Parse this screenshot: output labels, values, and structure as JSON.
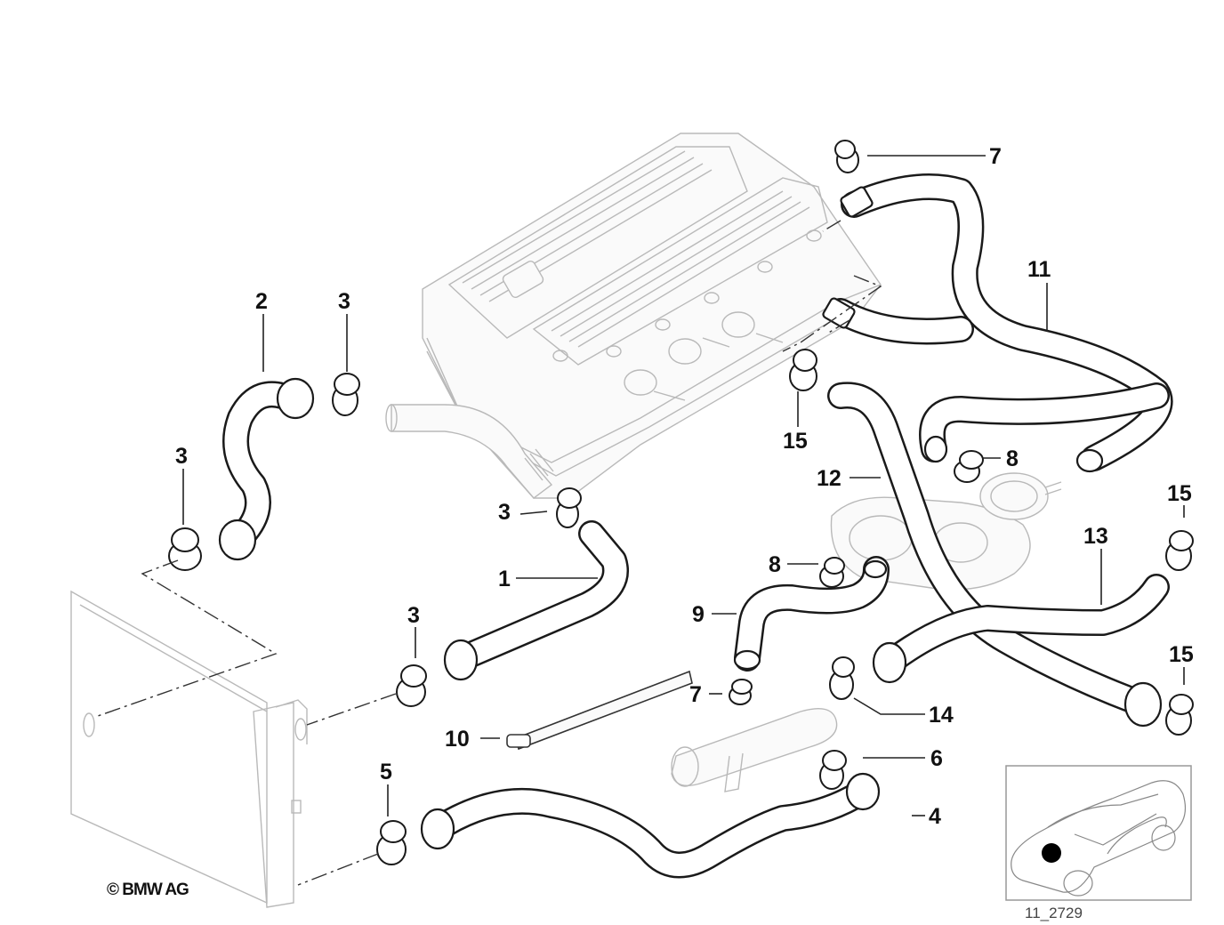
{
  "diagram": {
    "title": "Cooling system water hoses",
    "copyright": "© BMW AG",
    "reference_code": "11_2729",
    "callouts": [
      {
        "id": "c1",
        "label": "1",
        "part": "hose"
      },
      {
        "id": "c2",
        "label": "2",
        "part": "hose"
      },
      {
        "id": "c3a",
        "label": "3",
        "part": "hose clamp"
      },
      {
        "id": "c3b",
        "label": "3",
        "part": "hose clamp"
      },
      {
        "id": "c3c",
        "label": "3",
        "part": "hose clamp"
      },
      {
        "id": "c3d",
        "label": "3",
        "part": "hose clamp"
      },
      {
        "id": "c4",
        "label": "4",
        "part": "hose"
      },
      {
        "id": "c5",
        "label": "5",
        "part": "hose clamp"
      },
      {
        "id": "c6",
        "label": "6",
        "part": "hose clamp"
      },
      {
        "id": "c7a",
        "label": "7",
        "part": "hose clamp"
      },
      {
        "id": "c7b",
        "label": "7",
        "part": "hose clamp"
      },
      {
        "id": "c8a",
        "label": "8",
        "part": "hose clamp"
      },
      {
        "id": "c8b",
        "label": "8",
        "part": "hose clamp"
      },
      {
        "id": "c9",
        "label": "9",
        "part": "hose"
      },
      {
        "id": "c10",
        "label": "10",
        "part": "cable tie"
      },
      {
        "id": "c11",
        "label": "11",
        "part": "hose"
      },
      {
        "id": "c12",
        "label": "12",
        "part": "hose"
      },
      {
        "id": "c13",
        "label": "13",
        "part": "hose"
      },
      {
        "id": "c14",
        "label": "14",
        "part": "hose clamp"
      },
      {
        "id": "c15a",
        "label": "15",
        "part": "hose clamp"
      },
      {
        "id": "c15b",
        "label": "15",
        "part": "hose clamp"
      },
      {
        "id": "c15c",
        "label": "15",
        "part": "hose clamp"
      }
    ],
    "inset": {
      "description": "vehicle location thumbnail",
      "marker": "engine bay"
    }
  }
}
